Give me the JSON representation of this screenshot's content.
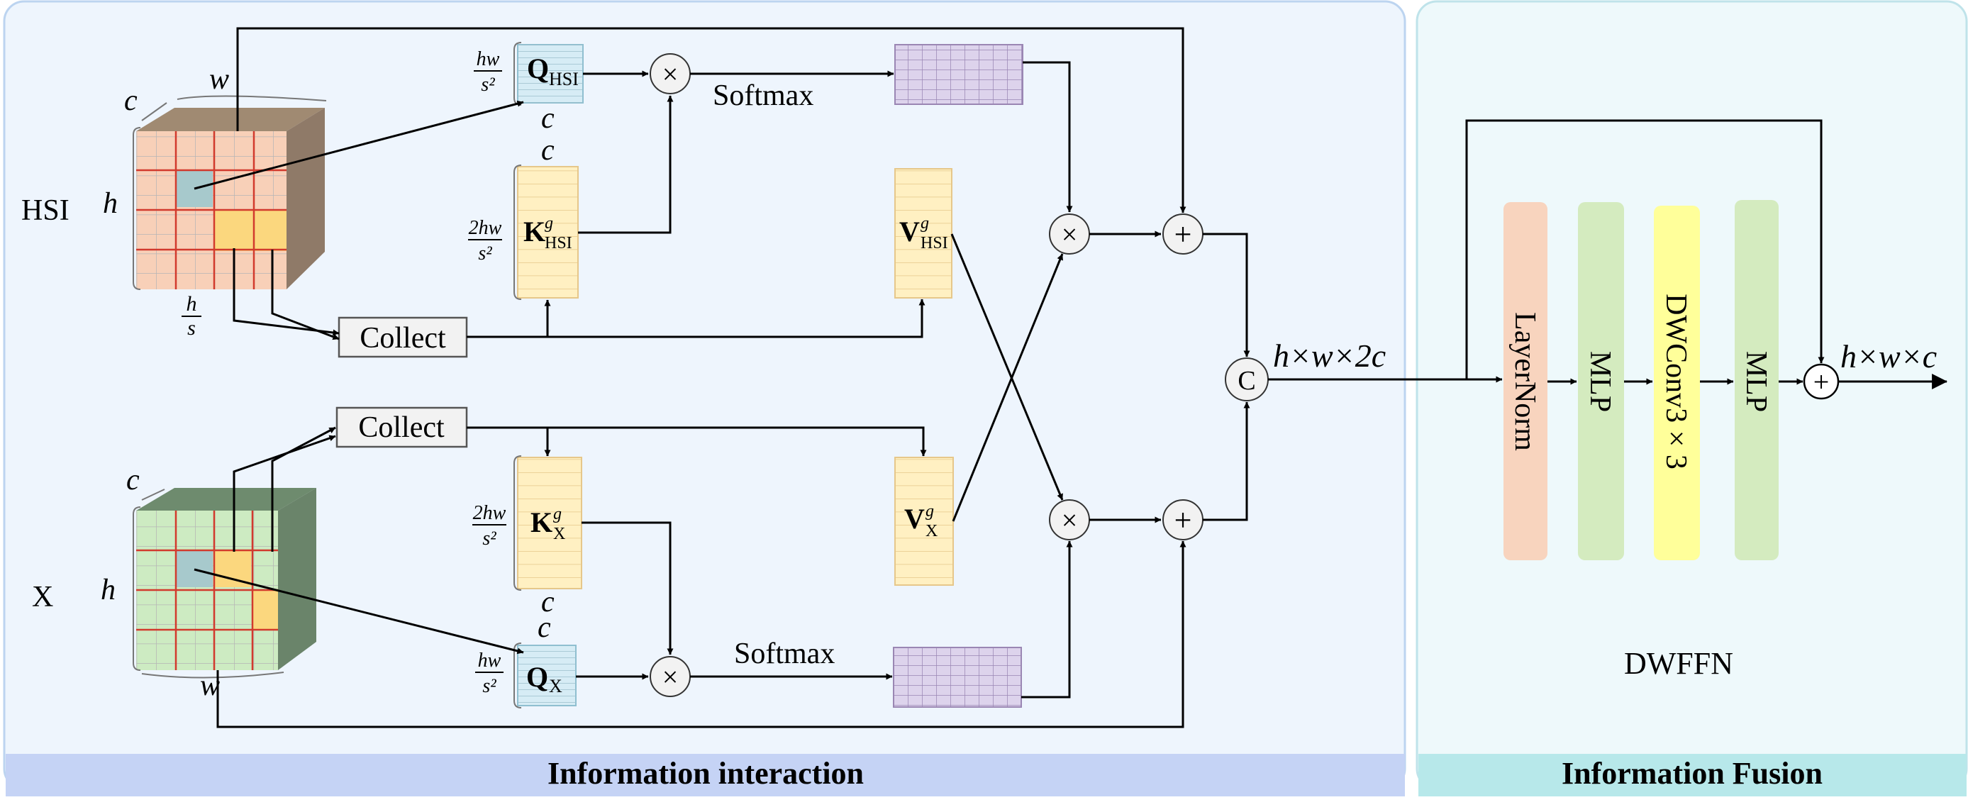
{
  "panels": {
    "left_title": "Information interaction",
    "right_title": "Information Fusion"
  },
  "inputs": {
    "hsi": "HSI",
    "x": "X"
  },
  "dims": {
    "c": "c",
    "w": "w",
    "h": "h",
    "h_over_s_num": "h",
    "h_over_s_den": "s",
    "hw_num": "hw",
    "two_hw_num": "2hw",
    "s2_den": "s²"
  },
  "ops": {
    "collect": "Collect",
    "softmax": "Softmax",
    "concat": "C",
    "times": "×",
    "plus": "+"
  },
  "tensors": {
    "q_hsi_main": "Q",
    "q_hsi_sub": "HSI",
    "k_hsi_main": "K",
    "k_hsi_sup": "g",
    "k_hsi_sub": "HSI",
    "v_hsi_main": "V",
    "v_hsi_sup": "g",
    "v_hsi_sub": "HSI",
    "q_x_main": "Q",
    "q_x_sub": "X",
    "k_x_main": "K",
    "k_x_sup": "g",
    "k_x_sub": "X",
    "v_x_main": "V",
    "v_x_sup": "g",
    "v_x_sub": "X"
  },
  "shapes": {
    "concat_out": "h×w×2c",
    "final_out": "h×w×c"
  },
  "dwffn": {
    "name": "DWFFN",
    "blocks": [
      "LayerNorm",
      "MLP",
      "DWConv3 × 3",
      "MLP"
    ]
  },
  "colors": {
    "left_bg": "#eef5fd",
    "right_bg": "#eef9fb",
    "left_footer": "#c5d3f5",
    "right_footer": "#b7e8ea",
    "query": "#d6ecf5",
    "key_value": "#fff0c2",
    "attention": "#ddd3ec",
    "layernorm": "#f8d4be",
    "mlp": "#d4ebbf",
    "dwconv": "#ffff9a"
  }
}
